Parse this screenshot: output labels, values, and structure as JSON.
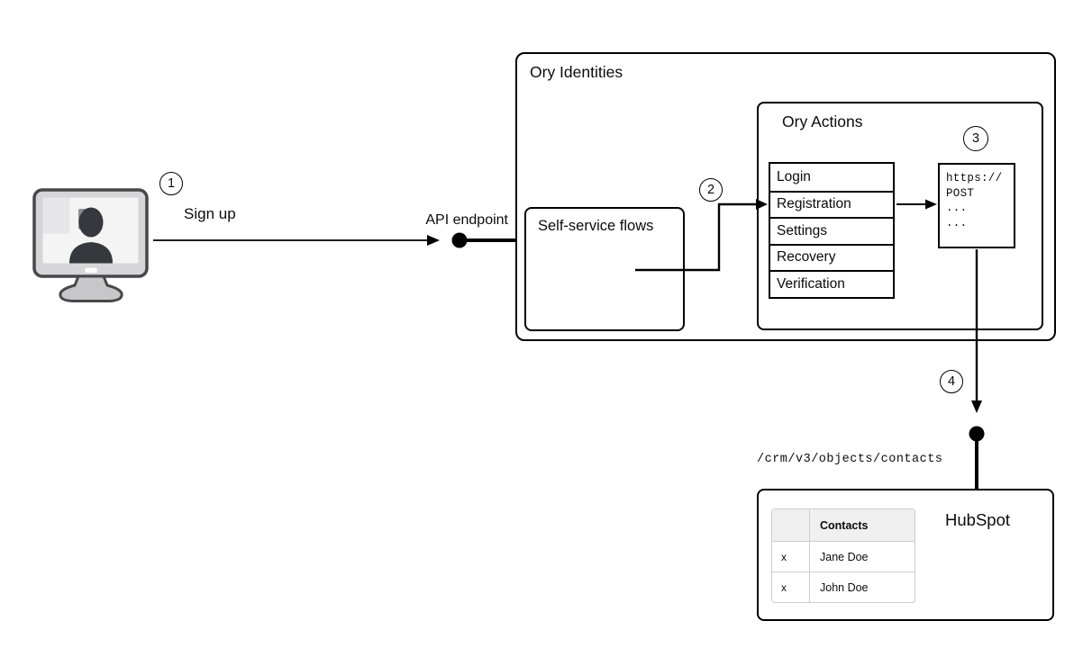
{
  "colors": {
    "line": "#000000",
    "box_border": "#000000",
    "table_border": "#cdcdd0",
    "table_header_bg": "#f0f0f1",
    "monitor_frame": "#d6d6d8",
    "monitor_outline": "#47474c",
    "monitor_screen": "#f4f4f5",
    "person_silhouette": "#35383d"
  },
  "badges": [
    "1",
    "2",
    "3",
    "4"
  ],
  "labels": {
    "sign_up": "Sign up",
    "api_endpoint": "API endpoint",
    "crm_path": "/crm/v3/objects/contacts"
  },
  "ory_identities": {
    "title": "Ory Identities"
  },
  "self_service": {
    "title": "Self-service flows"
  },
  "ory_actions": {
    "title": "Ory Actions",
    "flows": [
      "Login",
      "Registration",
      "Settings",
      "Recovery",
      "Verification"
    ]
  },
  "code_box": {
    "lines": [
      "https://",
      "POST",
      "...",
      "..."
    ]
  },
  "hubspot": {
    "title": "HubSpot",
    "table": {
      "header": "Contacts",
      "rows": [
        {
          "mark": "x",
          "name": "Jane Doe"
        },
        {
          "mark": "x",
          "name": "John Doe"
        }
      ]
    }
  },
  "icons": {
    "user_monitor": "user-on-monitor-icon",
    "endpoint_dot": "endpoint-dot-icon"
  }
}
